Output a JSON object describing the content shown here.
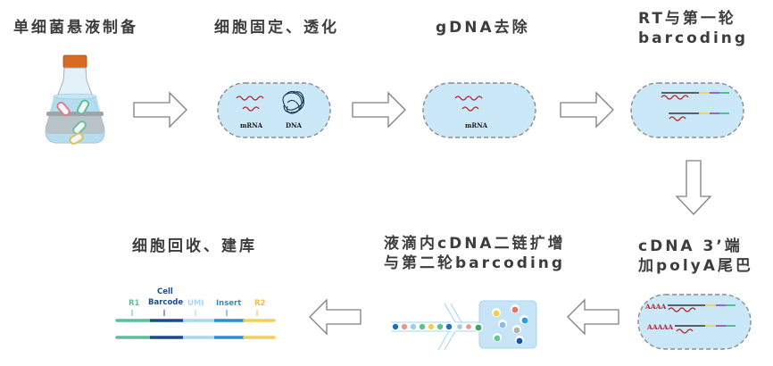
{
  "diagram": {
    "type": "workflow",
    "steps": [
      {
        "id": 1,
        "title": "单细菌悬液制备",
        "icon": "flask-with-bacteria-icon"
      },
      {
        "id": 2,
        "title": "细胞固定、透化",
        "labels": [
          "mRNA",
          "DNA"
        ]
      },
      {
        "id": 3,
        "title": "gDNA去除",
        "labels": [
          "mRNA"
        ]
      },
      {
        "id": 4,
        "title_lines": [
          "RT与第一轮",
          "barcoding"
        ]
      },
      {
        "id": 5,
        "title_lines": [
          "cDNA 3’端",
          "加polyA尾巴"
        ],
        "labels": [
          "AAAA",
          "AAAAA"
        ]
      },
      {
        "id": 6,
        "title_lines": [
          "液滴内cDNA二链扩增",
          "与第二轮barcoding"
        ]
      },
      {
        "id": 7,
        "title": "细胞回收、建库"
      }
    ],
    "library": {
      "segments": [
        {
          "label": "R1",
          "color": "#5bbf9c"
        },
        {
          "label_lines": [
            "Cell",
            "Barcode"
          ],
          "color": "#1b4a8c"
        },
        {
          "label": "UMI",
          "color": "#a9d6f0"
        },
        {
          "label": "Insert",
          "color": "#2a8fd0"
        },
        {
          "label": "R2",
          "color": "#f3cf5a"
        }
      ]
    },
    "colors": {
      "cell_fill": "#cbe8f8",
      "cell_border": "#8c8c8c",
      "mrna": "#b3262b",
      "arrow_stroke": "#808080"
    }
  }
}
